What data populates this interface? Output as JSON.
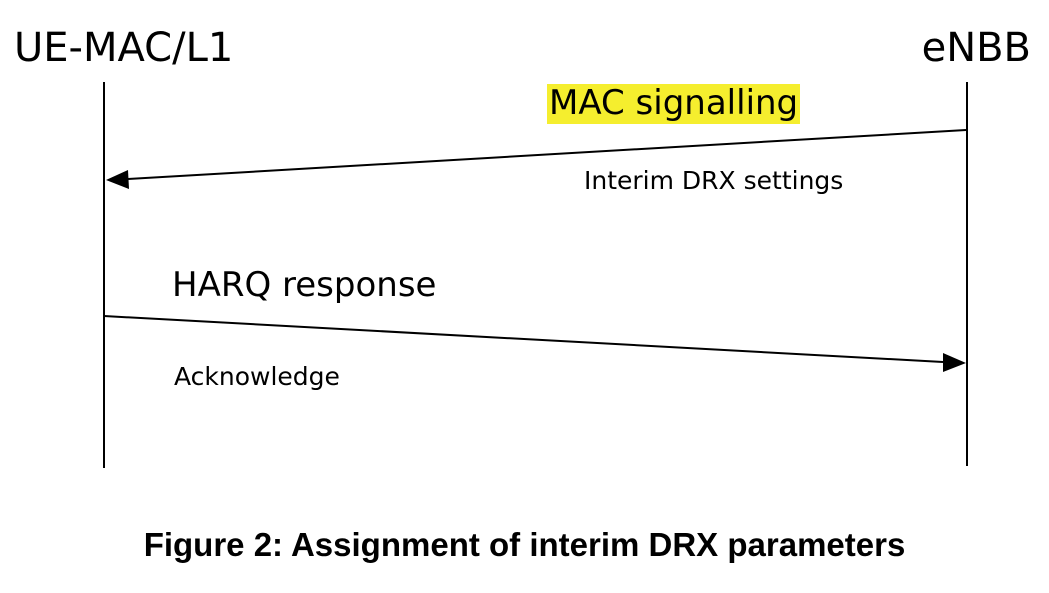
{
  "participants": {
    "left": "UE-MAC/L1",
    "right": "eNBB"
  },
  "messages": [
    {
      "title": "MAC signalling",
      "subtitle": "Interim DRX settings",
      "direction": "right-to-left",
      "highlight_color": "#f5ee2e"
    },
    {
      "title": "HARQ response",
      "subtitle": "Acknowledge",
      "direction": "left-to-right"
    }
  ],
  "caption": "Figure 2: Assignment of interim DRX parameters",
  "colors": {
    "line": "#000000",
    "text": "#000000",
    "background": "#ffffff"
  }
}
